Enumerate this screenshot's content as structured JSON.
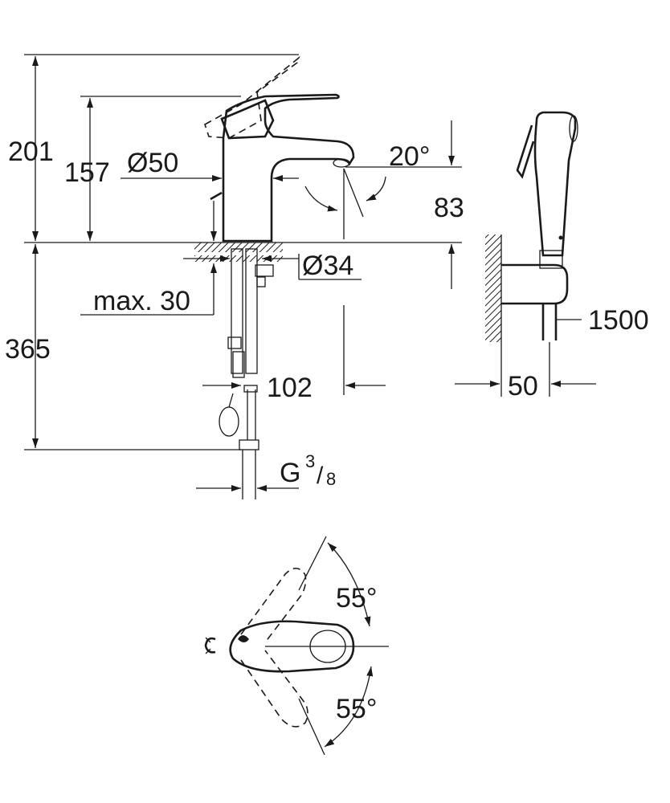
{
  "drawing": {
    "dimensions": {
      "total_height": "201",
      "spout_height": "157",
      "body_diameter": "Ø50",
      "swivel_angle": "20°",
      "spout_clearance": "83",
      "hole_diameter": "Ø34",
      "max_thickness": "max. 30",
      "below_counter": "365",
      "reach": "102",
      "connection_main": "G",
      "connection_num": "3",
      "connection_den": "8",
      "hose_length": "1500",
      "holder_depth": "50",
      "lever_angle_left": "55°",
      "lever_angle_right": "55°"
    },
    "colors": {
      "line": "#1a1a1a",
      "background": "#ffffff"
    }
  }
}
